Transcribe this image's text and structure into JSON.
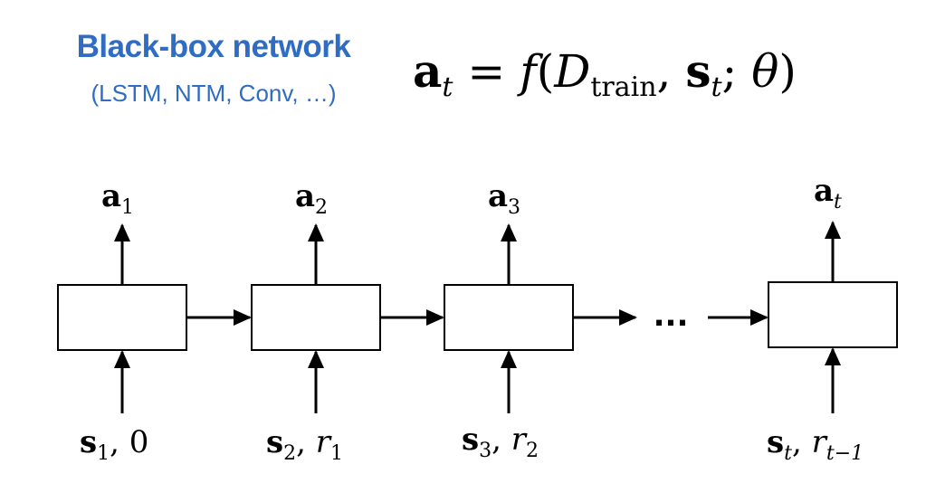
{
  "header": {
    "title": "Black-box network",
    "subtitle": "(LSTM, NTM, Conv, …)"
  },
  "formula": {
    "lhs_var": "a",
    "lhs_sub": "t",
    "equals": "=",
    "func": "f",
    "data_set": "D",
    "data_sub": "train",
    "state_var": "s",
    "state_sub": "t",
    "param": "θ"
  },
  "diagram": {
    "outputs": [
      {
        "var": "a",
        "sub": "1"
      },
      {
        "var": "a",
        "sub": "2"
      },
      {
        "var": "a",
        "sub": "3"
      },
      {
        "var": "a",
        "sub": "t"
      }
    ],
    "inputs": [
      {
        "var": "s",
        "sub": "1",
        "sep": ", ",
        "second": "0",
        "second_sub": ""
      },
      {
        "var": "s",
        "sub": "2",
        "sep": ", ",
        "second": "r",
        "second_sub": "1"
      },
      {
        "var": "s",
        "sub": "3",
        "sep": ", ",
        "second": "r",
        "second_sub": "2"
      },
      {
        "var": "s",
        "sub": "t",
        "sep": ", ",
        "second": "r",
        "second_sub": "t−1"
      }
    ],
    "ellipsis": "..."
  },
  "colors": {
    "accent": "#2e6dc3",
    "ink": "#000000"
  }
}
